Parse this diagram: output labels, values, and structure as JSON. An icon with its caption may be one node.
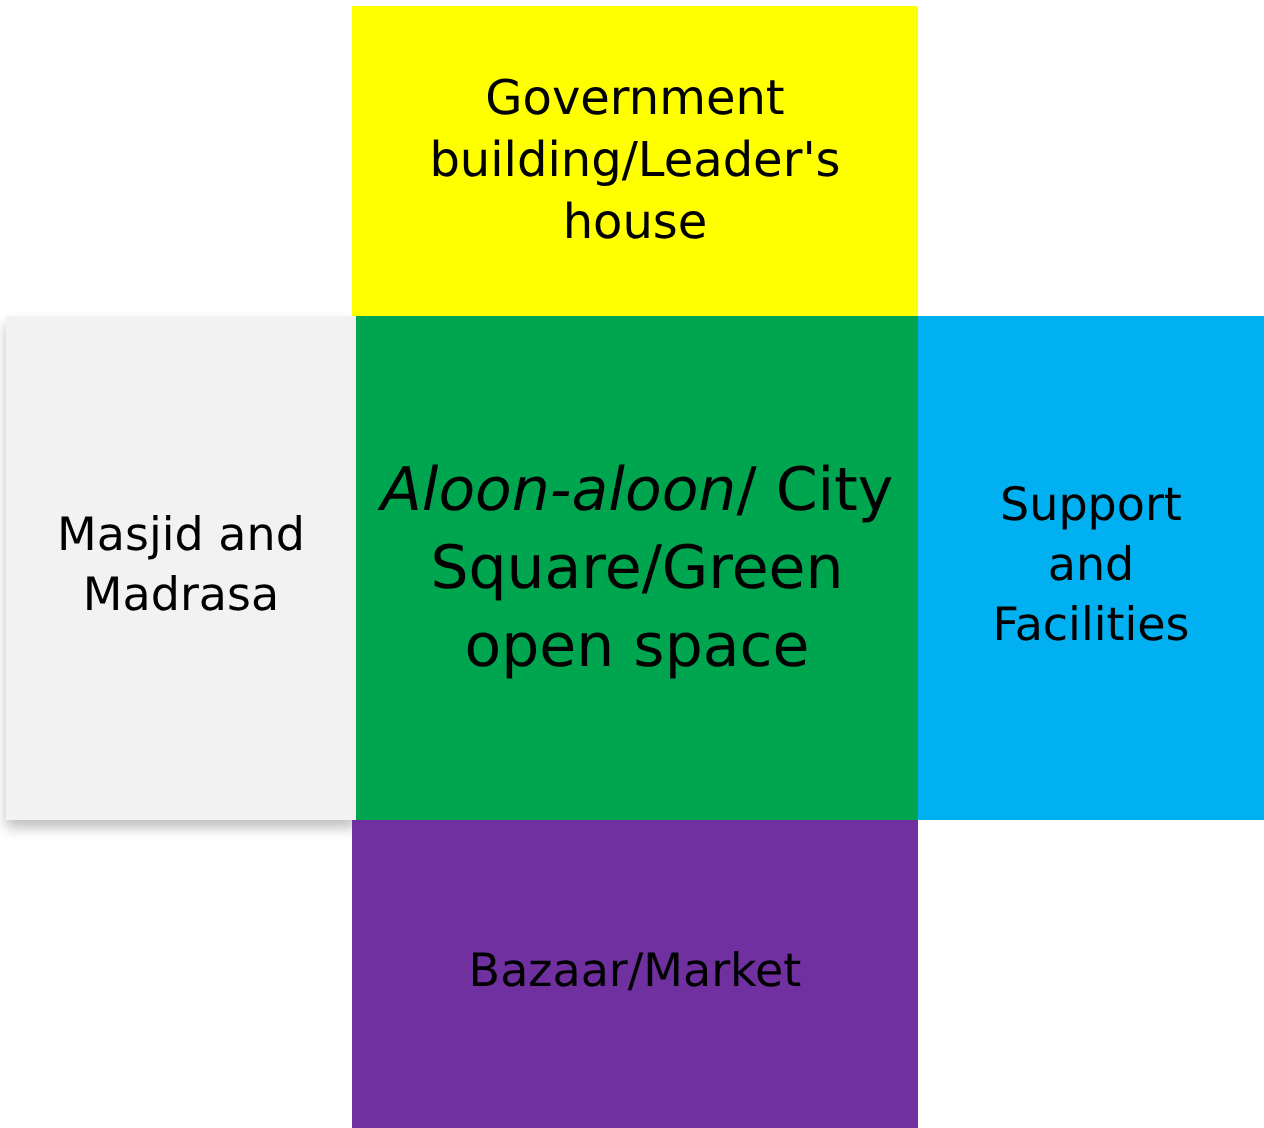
{
  "diagram": {
    "nodes": [
      {
        "text": [
          "Government building/Leader's house"
        ]
      },
      {
        "text": [
          "Masjid and Madrasa"
        ]
      },
      {
        "text": [
          "*Aloon-aloon*/ City Square/Green open space"
        ]
      },
      {
        "text": [
          "Support and Facilities"
        ]
      },
      {
        "text": [
          "Bazaar/Market"
        ]
      }
    ]
  }
}
